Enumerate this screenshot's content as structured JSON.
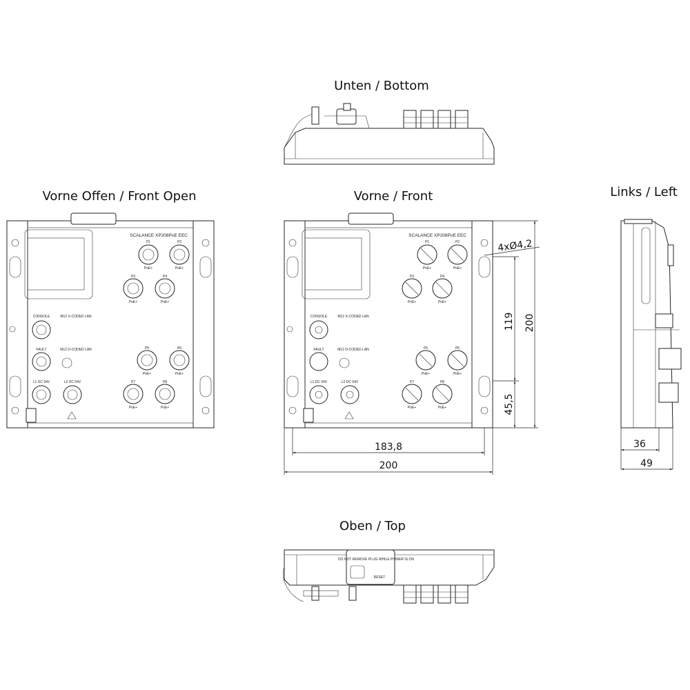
{
  "views": {
    "bottom": "Unten / Bottom",
    "front_open": "Vorne Offen / Front Open",
    "front": "Vorne / Front",
    "left": "Links / Left",
    "top": "Oben / Top"
  },
  "labels": {
    "product": "SCALANCE XP208PoE EEC",
    "console": "CONSOLE",
    "fault": "FAULT",
    "m12x": "M12 X-CODED LAN",
    "m12d": "M12 D-CODED LAN",
    "l1": "L1 DC 54V",
    "l2": "L2 DC 54V",
    "p1": "P1",
    "p2": "P2",
    "p3": "P3",
    "p4": "P4",
    "p5": "P5",
    "p6": "P6",
    "p7": "P7",
    "p8": "P8",
    "poe": "PoE+",
    "reset": "RESET",
    "warning": "DO NOT REMOVE PLUG WHILE POWER IS ON"
  },
  "dimensions": {
    "hole": "4xØ4,2",
    "d119": "119",
    "d200v": "200",
    "d45": "45,5",
    "d183": "183,8",
    "d200h": "200",
    "d36": "36",
    "d49": "49"
  }
}
